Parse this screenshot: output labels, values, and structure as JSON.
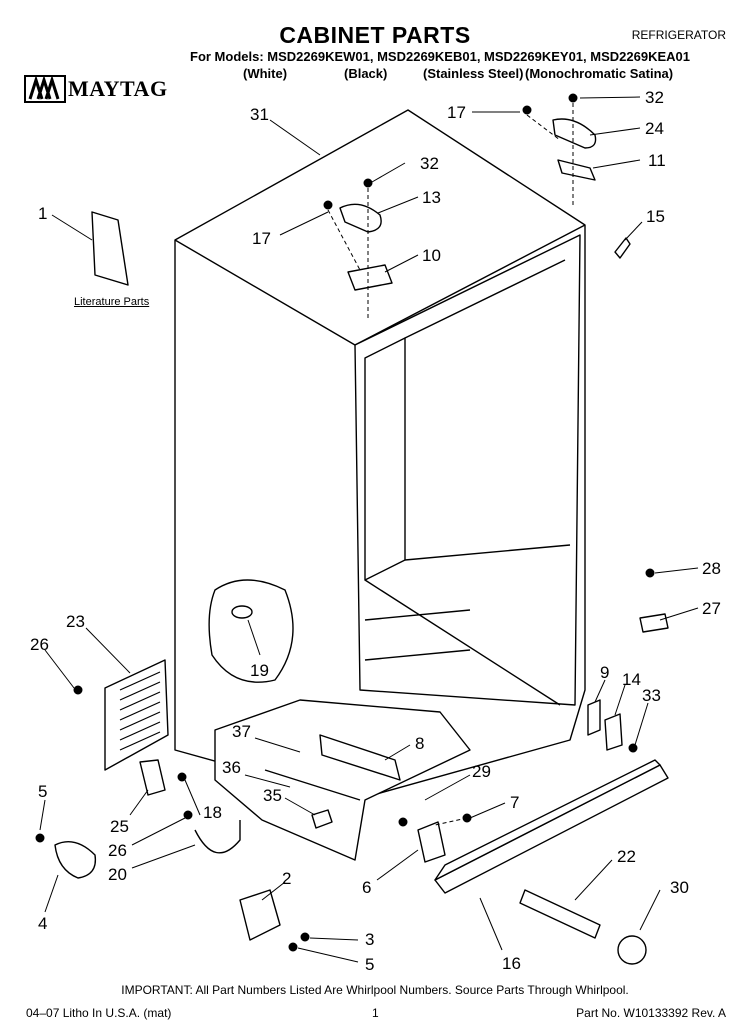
{
  "header": {
    "title": "CABINET PARTS",
    "category": "REFRIGERATOR",
    "models_line": "For Models: MSD2269KEW01, MSD2269KEB01, MSD2269KEY01, MSD2269KEA01",
    "variants": [
      "(White)",
      "(Black)",
      "(Stainless Steel)",
      "(Monochromatic Satina)"
    ],
    "brand": "MAYTAG"
  },
  "literature_label": "Literature Parts",
  "callouts": [
    "31",
    "17",
    "32",
    "24",
    "11",
    "32",
    "13",
    "1",
    "17",
    "15",
    "10",
    "28",
    "27",
    "23",
    "26",
    "19",
    "9",
    "14",
    "33",
    "37",
    "8",
    "36",
    "29",
    "5",
    "25",
    "18",
    "35",
    "7",
    "26",
    "20",
    "6",
    "22",
    "2",
    "30",
    "4",
    "3",
    "5",
    "16"
  ],
  "footer": {
    "note": "IMPORTANT: All Part Numbers Listed Are Whirlpool Numbers. Source Parts Through Whirlpool.",
    "litho": "04–07 Litho In U.S.A. (mat)",
    "page": "1",
    "part_no": "Part No. W10133392 Rev. A"
  }
}
